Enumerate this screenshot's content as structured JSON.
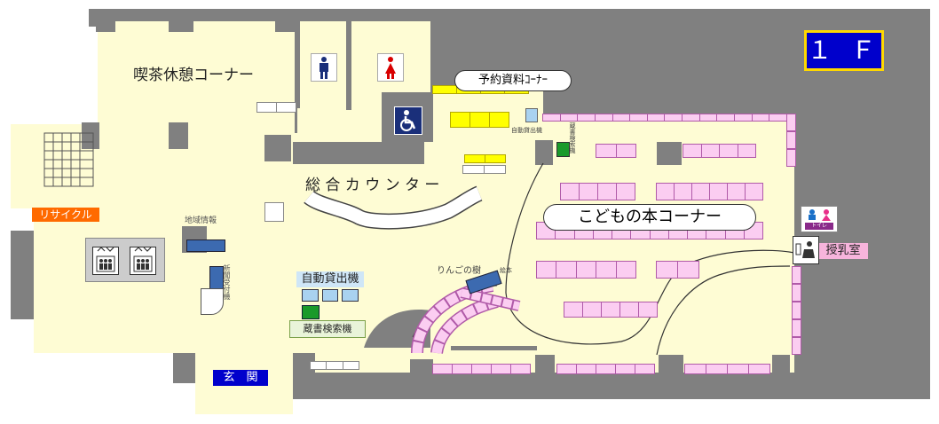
{
  "floor_badge": "１ Ｆ",
  "labels": {
    "cafe": "喫茶休憩コーナー",
    "reserved": "予約資料ｺｰﾅｰ",
    "self_checkout_small": "自動貸出機",
    "catalog_small": "蔵書検索機",
    "main_counter": "総 合 カ ウ ン タ ー",
    "children_corner": "こどもの本コーナー",
    "recycle": "リサイクル",
    "local_info": "地域情報",
    "newspaper": "新聞受付機",
    "self_checkout": "自動貸出機",
    "catalog": "蔵書検索機",
    "apple_room": "りんごの樹",
    "picture_books": "絵本",
    "entrance": "玄　関",
    "nursing": "授乳室",
    "toilet": "トイレ"
  },
  "colors": {
    "wall": "#808080",
    "floor": "#fefcd4",
    "shelf_pink": "#fbcdf1",
    "shelf_yellow": "#ffff00",
    "badge_blue": "#0000cc",
    "badge_border": "#ffd800",
    "recycle_orange": "#ff6a00",
    "checkout_blue": "#cfe6f7"
  },
  "icons": [
    "male-toilet-icon",
    "female-toilet-icon",
    "wheelchair-icon",
    "elevator-icon",
    "elevator-icon",
    "nursing-icon",
    "toilet-pair-icon"
  ]
}
